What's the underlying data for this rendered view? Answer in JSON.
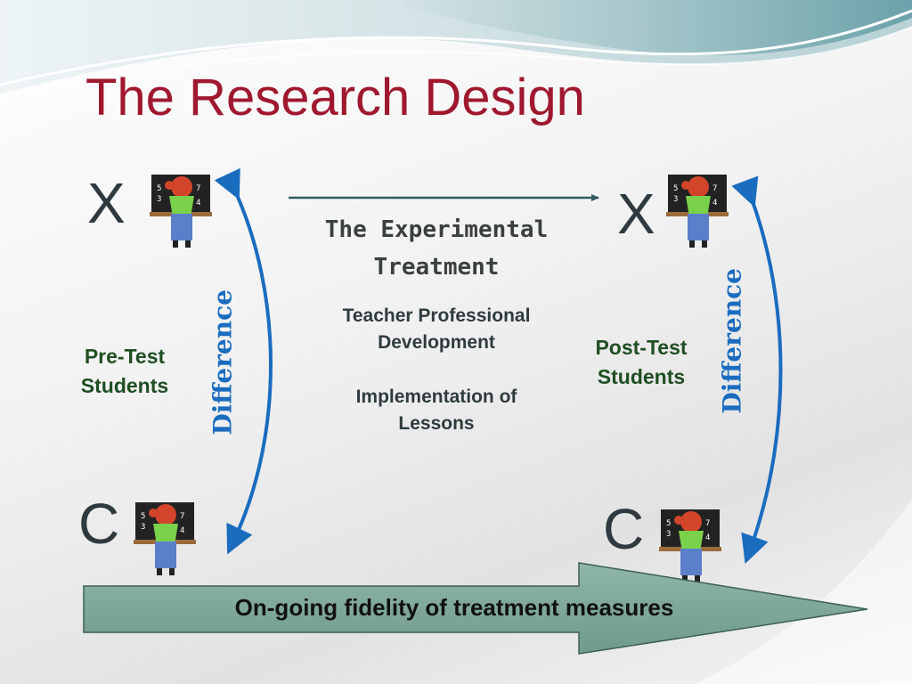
{
  "title": "The Research Design",
  "groups": {
    "pre_x": "X",
    "post_x": "X",
    "pre_c": "C",
    "post_c": "C"
  },
  "pre_test": {
    "line1": "Pre-Test",
    "line2": "Students"
  },
  "post_test": {
    "line1": "Post-Test",
    "line2": "Students"
  },
  "treatment": {
    "title_line1": "The Experimental",
    "title_line2": "Treatment",
    "item1_line1": "Teacher Professional",
    "item1_line2": "Development",
    "item2_line1": "Implementation of",
    "item2_line2": "Lessons"
  },
  "difference_label": "Difference",
  "fidelity_label": "On-going fidelity of treatment measures",
  "icons": {
    "teacher": "teacher-chalkboard-icon"
  },
  "colors": {
    "title": "#a0182f",
    "difference": "#1a6cbf",
    "label_green": "#1f4e22",
    "arrow_fill": "#7fa89a",
    "wave_teal": "#5f9aa3"
  }
}
